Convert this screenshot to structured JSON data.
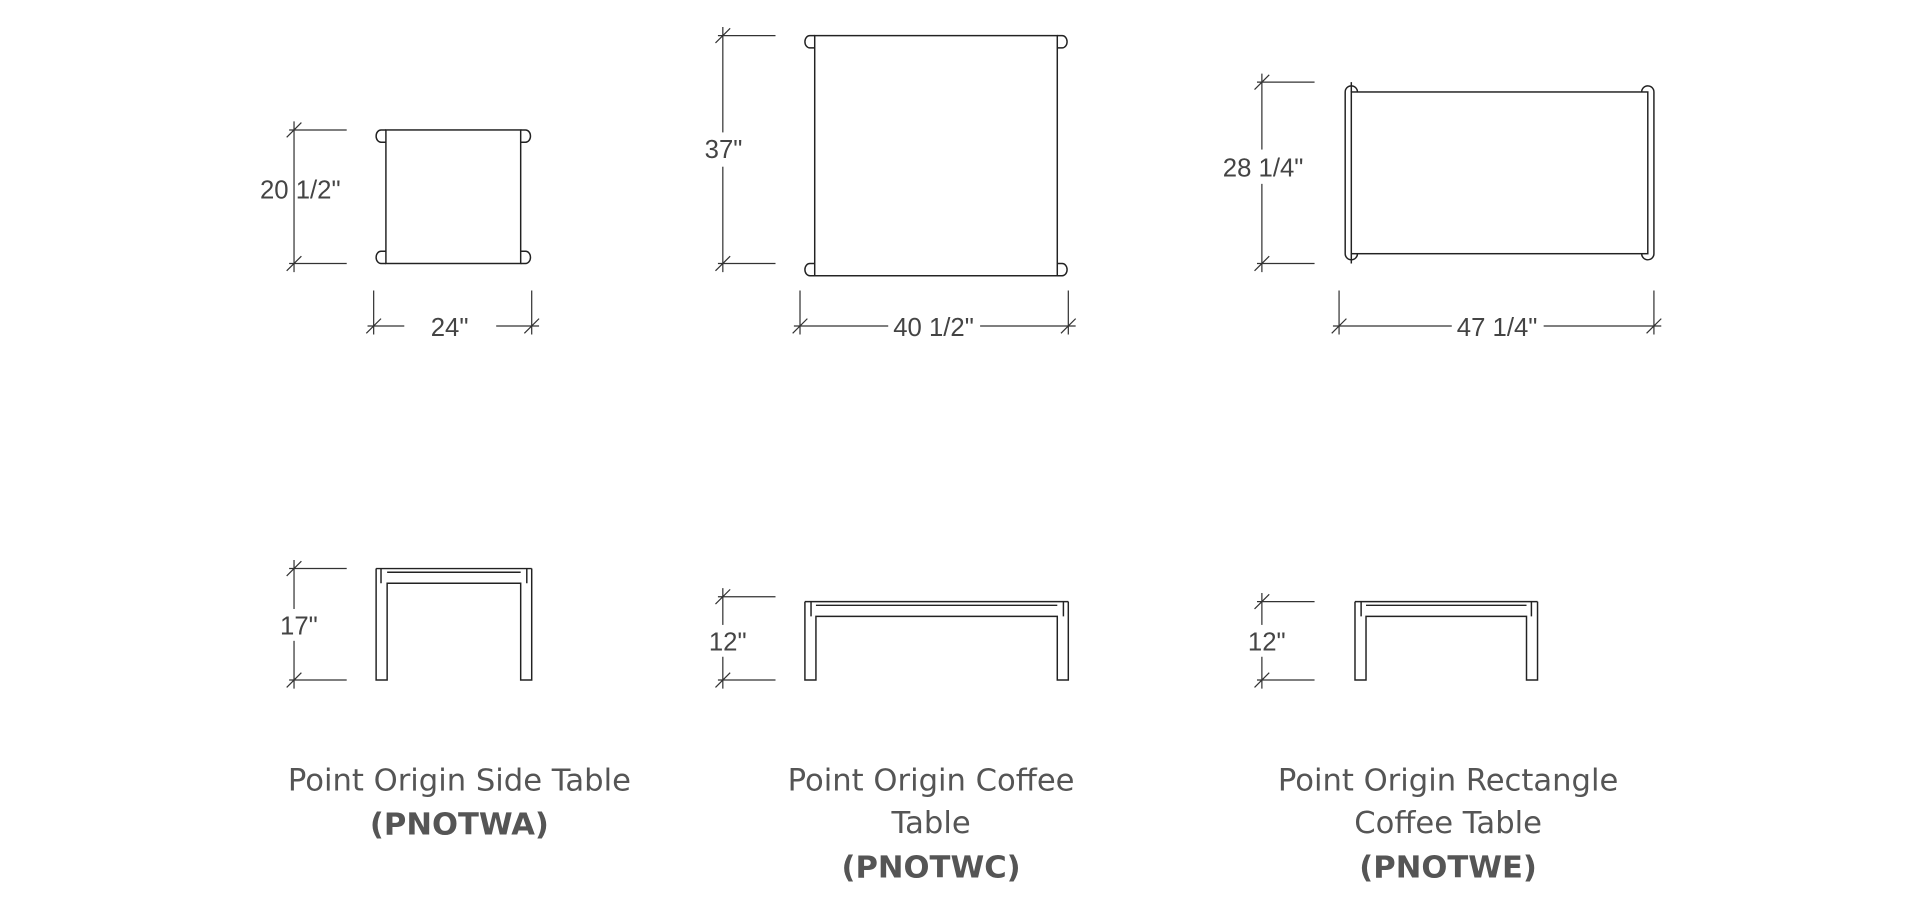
{
  "products": [
    {
      "name_line1": "Point Origin Side Table",
      "name_line2": "",
      "code": "(PNOTWA)",
      "top_view": {
        "depth_label": "20 1/2\"",
        "width_label": "24\""
      },
      "side_view": {
        "height_label": "17\""
      }
    },
    {
      "name_line1": "Point Origin Coffee",
      "name_line2": "Table",
      "code": "(PNOTWC)",
      "top_view": {
        "depth_label": "37\"",
        "width_label": "40 1/2\""
      },
      "side_view": {
        "height_label": "12\""
      }
    },
    {
      "name_line1": "Point Origin Rectangle",
      "name_line2": "Coffee Table",
      "code": "(PNOTWE)",
      "top_view": {
        "depth_label": "28 1/4\"",
        "width_label": "47 1/4\""
      },
      "side_view": {
        "height_label": "12\""
      }
    }
  ]
}
